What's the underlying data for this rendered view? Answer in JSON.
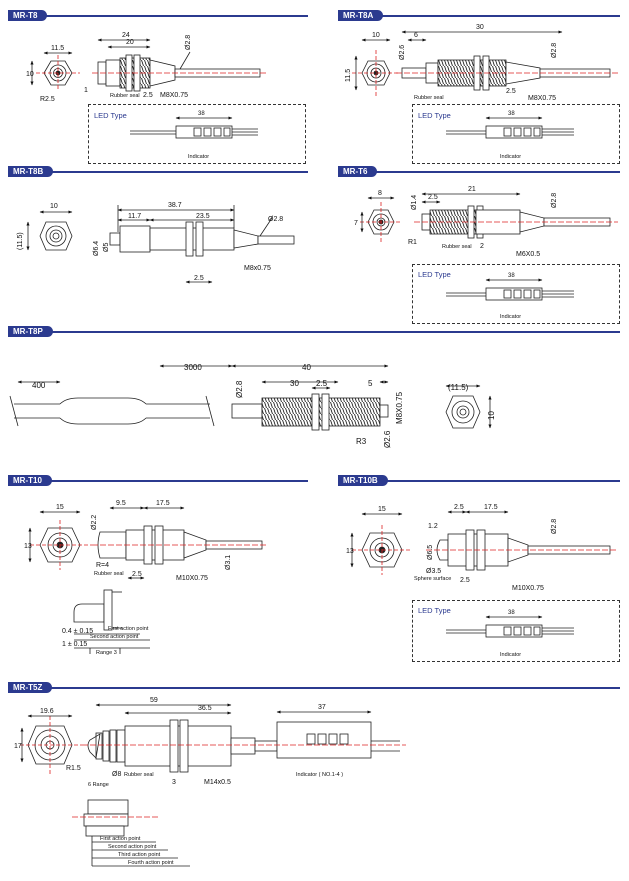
{
  "sections": [
    {
      "tag": "MR-T8"
    },
    {
      "tag": "MR-T8A"
    },
    {
      "tag": "MR-T8B"
    },
    {
      "tag": "MR-T6"
    },
    {
      "tag": "MR-T8P"
    },
    {
      "tag": "MR-T10"
    },
    {
      "tag": "MR-T10B"
    },
    {
      "tag": "MR-T5Z"
    }
  ],
  "led": {
    "title": "LED Type",
    "width": "38",
    "indicator": "Indicator",
    "t5z_width": "37",
    "t5z_indicator": "Indicator ( NO.1-4 )"
  },
  "t8": {
    "w": "11.5",
    "h": "10",
    "len": "24",
    "body": "20",
    "dia": "Ø2.8",
    "r": "R2.5",
    "seal": "Rubber seal",
    "seal_w": "2.5",
    "thread": "M8X0.75",
    "n1": "1"
  },
  "t8a": {
    "w": "10",
    "h": "11.5",
    "d1": "Ø2.6",
    "a": "6",
    "len": "30",
    "dia": "Ø2.8",
    "seal": "Rubber seal",
    "seal_w": "2.5",
    "thread": "M8X0.75"
  },
  "t8b": {
    "w": "10",
    "h": "(11.5)",
    "len": "38.7",
    "a": "11.7",
    "b": "23.5",
    "dia": "Ø2.8",
    "d1": "Ø6.4",
    "d2": "Ø5",
    "nut": "2.5",
    "thread": "M8x0.75"
  },
  "t6": {
    "w": "8",
    "h": "7",
    "len": "21",
    "d1": "Ø1.4",
    "a": "2.5",
    "dia": "Ø2.8",
    "r": "R1",
    "seal": "Rubber seal",
    "seal_w": "2",
    "thread": "M6X0.5"
  },
  "t8p": {
    "a": "400",
    "b": "3000",
    "c": "40",
    "dia": "Ø2.8",
    "d": "30",
    "e": "2.5",
    "f": "5",
    "thread": "M8X0.75",
    "r": "R3",
    "d2": "Ø2.6",
    "w": "(11.5)",
    "h": "10"
  },
  "t10": {
    "w": "15",
    "h": "13",
    "a": "9.5",
    "b": "17.5",
    "d1": "Ø2.2",
    "r": "R=4",
    "seal": "Rubber seal",
    "nut": "2.5",
    "thread": "M10X0.75",
    "dia": "Ø3.1",
    "p1": "0.4 ± 0.15",
    "p1_label": "First action point",
    "p2_label": "Second action point",
    "p2": "1 ± 0.15",
    "range": "Range 3"
  },
  "t10b": {
    "w": "15",
    "h": "13",
    "a": "2.5",
    "b": "17.5",
    "c": "1.2",
    "d1": "Ø6.5",
    "dia": "Ø2.8",
    "d2": "Ø3.5",
    "sphere": "Sphere surface",
    "nut": "2.5",
    "thread": "M10X0.75"
  },
  "t5z": {
    "w": "19.6",
    "h": "17",
    "len": "59",
    "body": "36.5",
    "r": "R1.5",
    "d1": "Ø8",
    "seal": "Rubber seal",
    "range": "6 Range",
    "nut": "3",
    "thread": "M14x0.5",
    "ap1": "First action point",
    "ap2": "Second action point",
    "ap3": "Third action point",
    "ap4": "Fourth action point"
  }
}
